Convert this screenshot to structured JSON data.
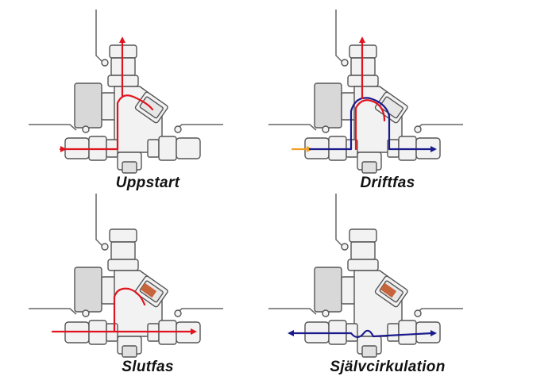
{
  "colors": {
    "hot": "#e0141e",
    "cold": "#1a1a8c",
    "inlet": "#f0a020",
    "sensor": "#c8643c"
  },
  "panels": [
    {
      "label": "Uppstart",
      "flow": "hot-startup"
    },
    {
      "label": "Driftfas",
      "flow": "mixed-operation"
    },
    {
      "label": "Slutfas",
      "flow": "hot-bypass"
    },
    {
      "label": "Självcirkulation",
      "flow": "cold-circulation"
    }
  ]
}
